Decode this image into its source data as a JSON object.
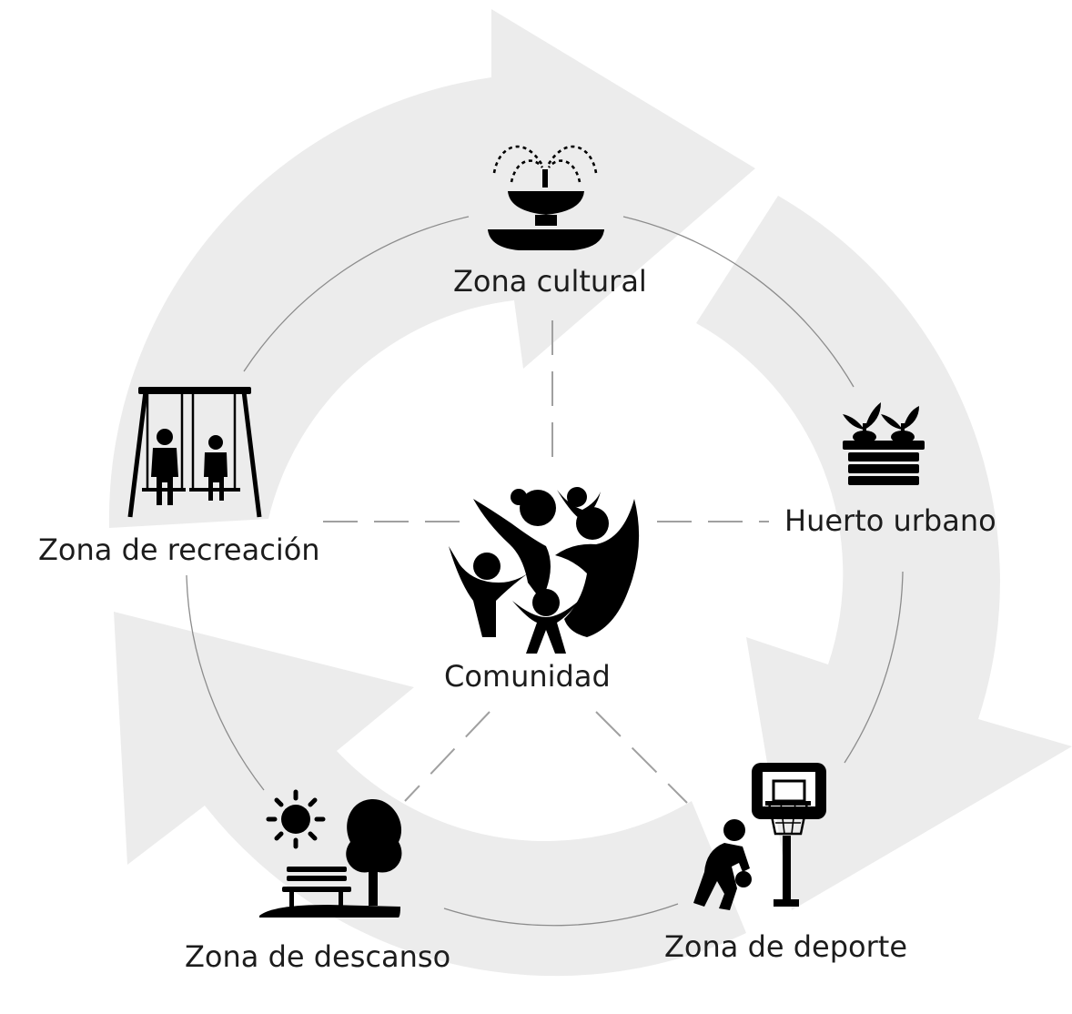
{
  "center": {
    "label": "Comunidad",
    "icon": "community-icon"
  },
  "zones": [
    {
      "id": "cultural",
      "label": "Zona cultural",
      "icon": "fountain-icon"
    },
    {
      "id": "huerto",
      "label": "Huerto urbano",
      "icon": "plant-pot-icon"
    },
    {
      "id": "deporte",
      "label": "Zona de deporte",
      "icon": "basketball-player-icon"
    },
    {
      "id": "descanso",
      "label": "Zona de descanso",
      "icon": "park-bench-icon"
    },
    {
      "id": "recreacion",
      "label": "Zona de recreación",
      "icon": "swing-icon"
    }
  ],
  "colors": {
    "arrow": "#ececec",
    "icon": "#000000",
    "connector": "#9e9e9e",
    "text": "#1c1c1c"
  }
}
